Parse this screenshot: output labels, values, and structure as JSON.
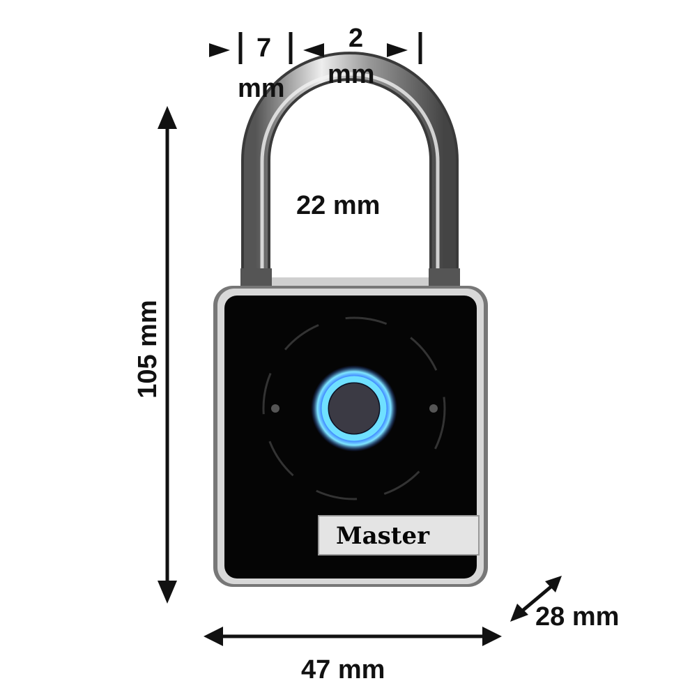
{
  "product": {
    "brand_label": "Master",
    "type": "Bluetooth padlock",
    "colors": {
      "body": "#050505",
      "frame": "#9a9a9a",
      "shackle": "#8c8c8c",
      "ring_glow": "#3fb9ff",
      "ring_core": "#9ff0ff",
      "brand_plate": "#e4e4e4"
    }
  },
  "dimensions": {
    "height": {
      "value": 105,
      "unit": "mm",
      "label": "105 mm"
    },
    "width": {
      "value": 47,
      "unit": "mm",
      "label": "47 mm"
    },
    "depth": {
      "value": 28,
      "unit": "mm",
      "label": "28 mm"
    },
    "shackle_clearance": {
      "value": 22,
      "unit": "mm",
      "label": "22 mm"
    },
    "shackle_diameter": {
      "value": 7,
      "unit": "mm",
      "label_num": "7",
      "label_unit": "mm"
    },
    "shackle_inner_gap": {
      "value": 2,
      "unit": "mm",
      "label_num": "2",
      "label_unit": "mm"
    }
  },
  "icons": {
    "height_arrow": "double-arrow-vertical",
    "width_arrow": "double-arrow-horizontal",
    "depth_arrow": "double-arrow-diagonal",
    "bluetooth_ring": "glowing-ring"
  }
}
